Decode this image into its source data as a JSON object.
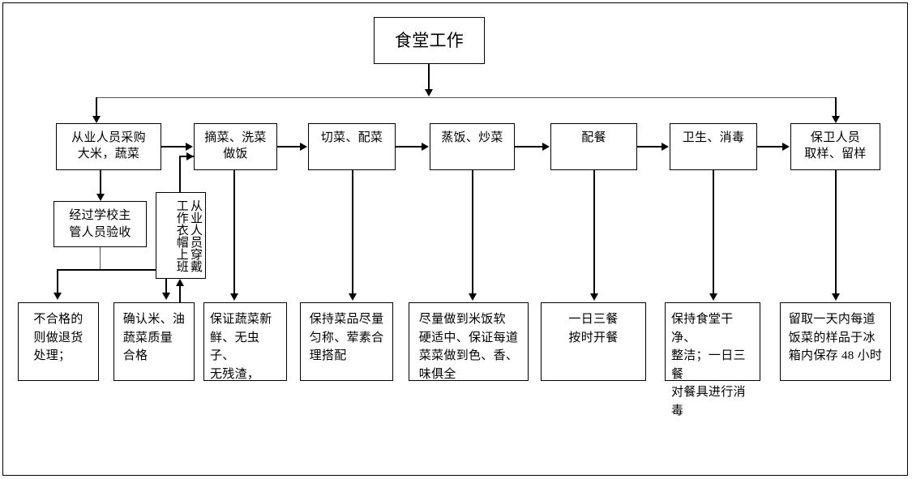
{
  "diagram": {
    "title_node": {
      "label": "食堂工作"
    },
    "process_row": [
      {
        "id": "p1",
        "label": "从业人员采购\n大米，蔬菜"
      },
      {
        "id": "p2",
        "label": "摘菜、洗菜\n做饭"
      },
      {
        "id": "p3",
        "label": "切菜、配菜"
      },
      {
        "id": "p4",
        "label": "蒸饭、炒菜"
      },
      {
        "id": "p5",
        "label": "配餐"
      },
      {
        "id": "p6",
        "label": "卫生、消毒"
      },
      {
        "id": "p7",
        "label": "保卫人员\n取样、留样"
      }
    ],
    "sub_nodes": [
      {
        "id": "s1",
        "label": "经过学校主\n管人员验收"
      },
      {
        "id": "s2",
        "label": "从业人员穿戴工作衣帽上班"
      }
    ],
    "detail_row": [
      {
        "id": "d1",
        "label": "不合格的\n则做退货\n处理；"
      },
      {
        "id": "d2",
        "label": "确认米、油\n蔬菜质量\n合格"
      },
      {
        "id": "d3",
        "label": "保证蔬菜新\n鲜、无虫子、\n无残渣，"
      },
      {
        "id": "d4",
        "label": "保持菜品尽量\n匀称、荤素合\n理搭配"
      },
      {
        "id": "d5",
        "label": "尽量做到米饭软\n硬适中、保证每道\n菜菜做到色、香、\n味俱全"
      },
      {
        "id": "d6",
        "label": "一日三餐\n按时开餐"
      },
      {
        "id": "d7",
        "label": "保持食堂干净、\n整洁；一日三餐\n对餐具进行消毒"
      },
      {
        "id": "d8",
        "label": "留取一天内每道\n饭菜的样品于冰\n箱内保存 48 小时"
      }
    ],
    "colors": {
      "line": "#000000",
      "border": "#000000",
      "background": "#ffffff"
    }
  }
}
